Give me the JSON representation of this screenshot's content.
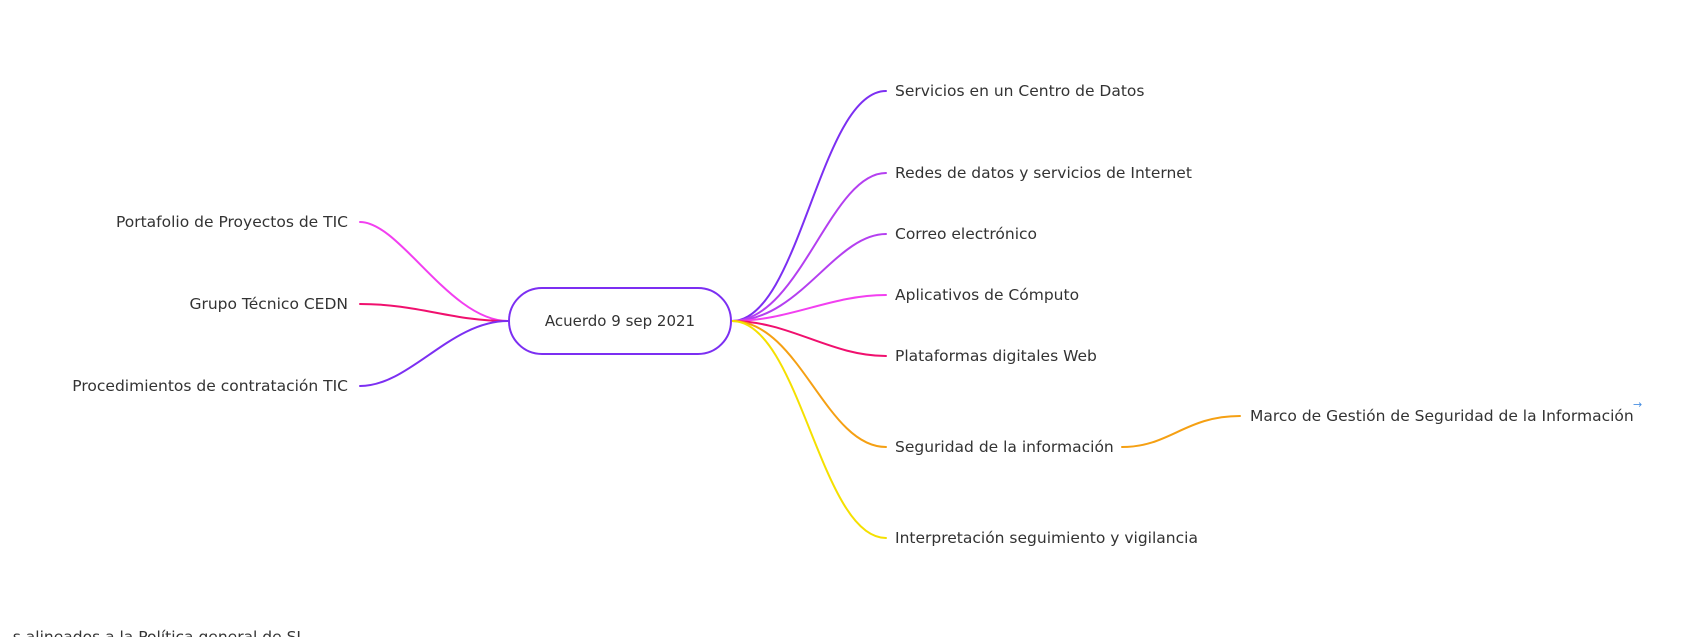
{
  "center": {
    "label": "Acuerdo 9 sep 2021",
    "color": "#7c2ff2"
  },
  "left_branches": [
    {
      "label": "Portafolio de Proyectos de TIC",
      "color": "#f23ff0"
    },
    {
      "label": "Grupo Técnico CEDN",
      "color": "#f0106e"
    },
    {
      "label": "Procedimientos de contratación TIC",
      "color": "#7c2ff2"
    }
  ],
  "right_branches": [
    {
      "label": "Servicios en un Centro de Datos",
      "color": "#7c2ff2"
    },
    {
      "label": "Redes de datos y servicios de Internet",
      "color": "#b43ff0"
    },
    {
      "label": "Correo electrónico",
      "color": "#b43ff0"
    },
    {
      "label": "Aplicativos de Cómputo",
      "color": "#f23ff0"
    },
    {
      "label": "Plataformas digitales Web",
      "color": "#f0106e"
    },
    {
      "label": "Seguridad de la información",
      "color": "#f5a013"
    },
    {
      "label": "Interpretación seguimiento y vigilancia",
      "color": "#f5e000"
    }
  ],
  "sub_branches": [
    {
      "label": "Marco de Gestión de Seguridad de la Información",
      "color": "#f5a013",
      "parent": "Seguridad de la información"
    }
  ],
  "expand_icon": "arrow-right-icon",
  "expand_glyph": "→",
  "partial_text": "...s alineados a la Política general de SI"
}
